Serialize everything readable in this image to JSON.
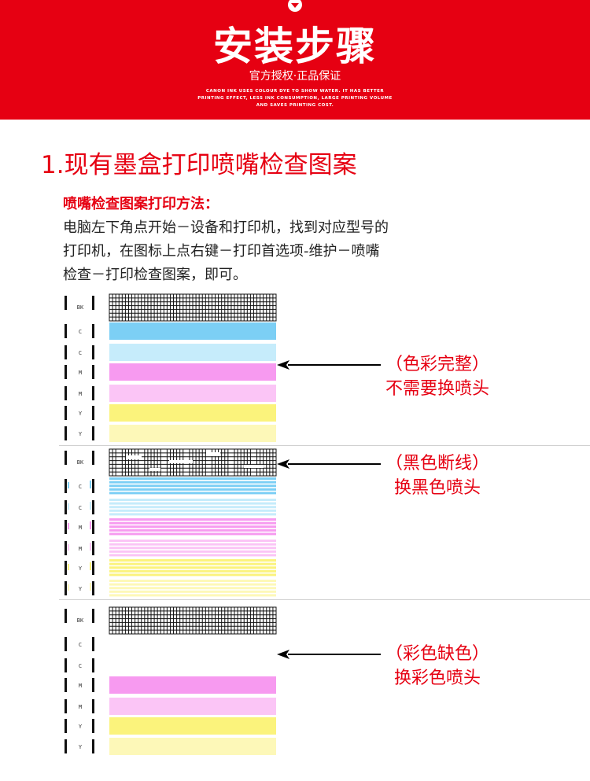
{
  "banner": {
    "title": "安装步骤",
    "subtitle": "官方授权·正品保证",
    "english_line1": "CANON INK USES COLOUR DYE TO SHOW WATER. IT HAS BETTER",
    "english_line2": "PRINTING EFFECT, LESS INK CONSUMPTION, LARGE PRINTING VOLUME",
    "english_line3": "AND SAVES PRINTING COST.",
    "color": "#e60012"
  },
  "section": {
    "title": "1.现有墨盒打印喷嘴检查图案",
    "method_head": "喷嘴检查图案打印方法：",
    "method_line1": "电脑左下角点开始－设备和打印机，找到对应型号的",
    "method_line2": "打印机，在图标上点右键－打印首选项-维护－喷嘴",
    "method_line3": "检查－打印检查图案，即可。"
  },
  "channels": [
    "BK",
    "C",
    "C",
    "M",
    "M",
    "Y",
    "Y"
  ],
  "colors": {
    "cyan_dark": "#7ccff5",
    "cyan_light": "#c6ecfb",
    "magenta_dark": "#f79af0",
    "magenta_light": "#fbc5f6",
    "yellow_dark": "#fbf37c",
    "yellow_light": "#fdf8b8"
  },
  "panels": [
    {
      "state": "complete",
      "label_line1": "（色彩完整）",
      "label_line2": "不需要换喷头"
    },
    {
      "state": "black-broken",
      "label_line1": "（黑色断线）",
      "label_line2": "换黑色喷头"
    },
    {
      "state": "color-missing",
      "label_line1": "（彩色缺色）",
      "label_line2": "换彩色喷头"
    }
  ]
}
